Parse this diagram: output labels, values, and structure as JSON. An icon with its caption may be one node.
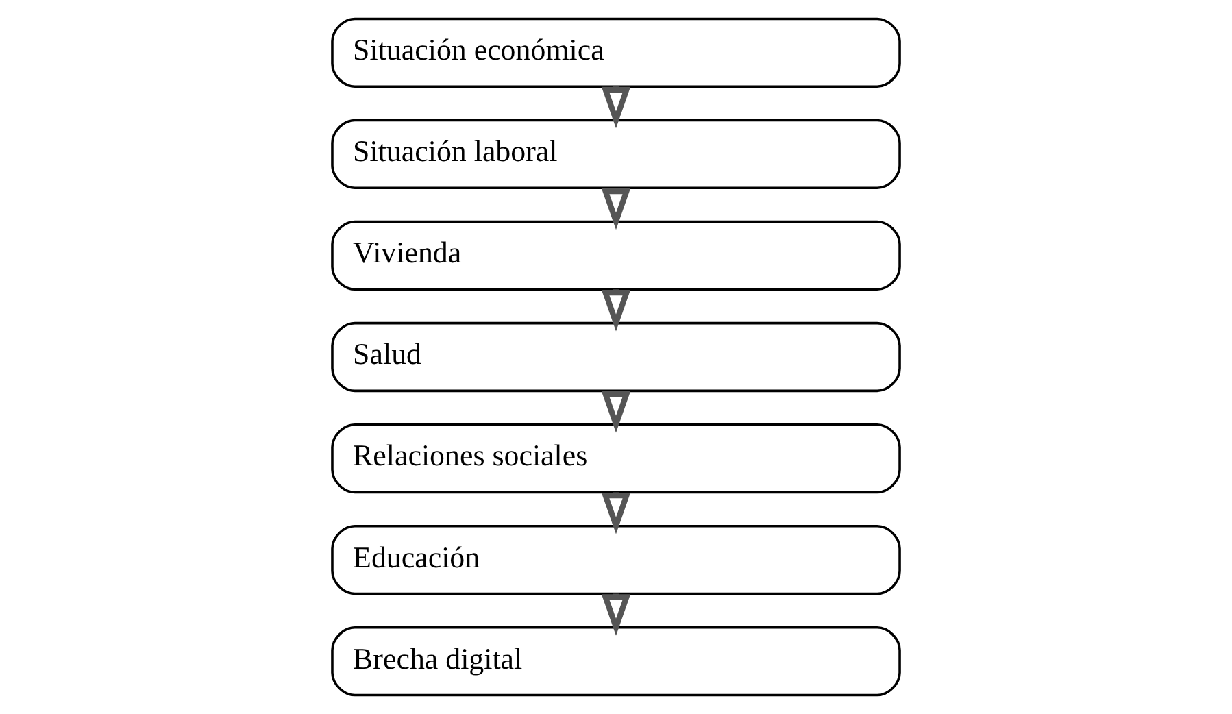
{
  "diagram": {
    "nodes": [
      {
        "text": [
          "Situación económica"
        ]
      },
      {
        "text": [
          "Situación laboral"
        ]
      },
      {
        "text": [
          "Vivienda"
        ]
      },
      {
        "text": [
          "Salud"
        ]
      },
      {
        "text": [
          "Relaciones sociales"
        ]
      },
      {
        "text": [
          "Educación"
        ]
      },
      {
        "text": [
          "Brecha digital"
        ]
      }
    ],
    "edges": [
      {
        "from": 0,
        "to": 1,
        "arrow": "to"
      },
      {
        "from": 1,
        "to": 2,
        "arrow": "to"
      },
      {
        "from": 2,
        "to": 3,
        "arrow": "to"
      },
      {
        "from": 3,
        "to": 4,
        "arrow": "to"
      },
      {
        "from": 4,
        "to": 5,
        "arrow": "to"
      },
      {
        "from": 5,
        "to": 6,
        "arrow": "to"
      }
    ]
  }
}
